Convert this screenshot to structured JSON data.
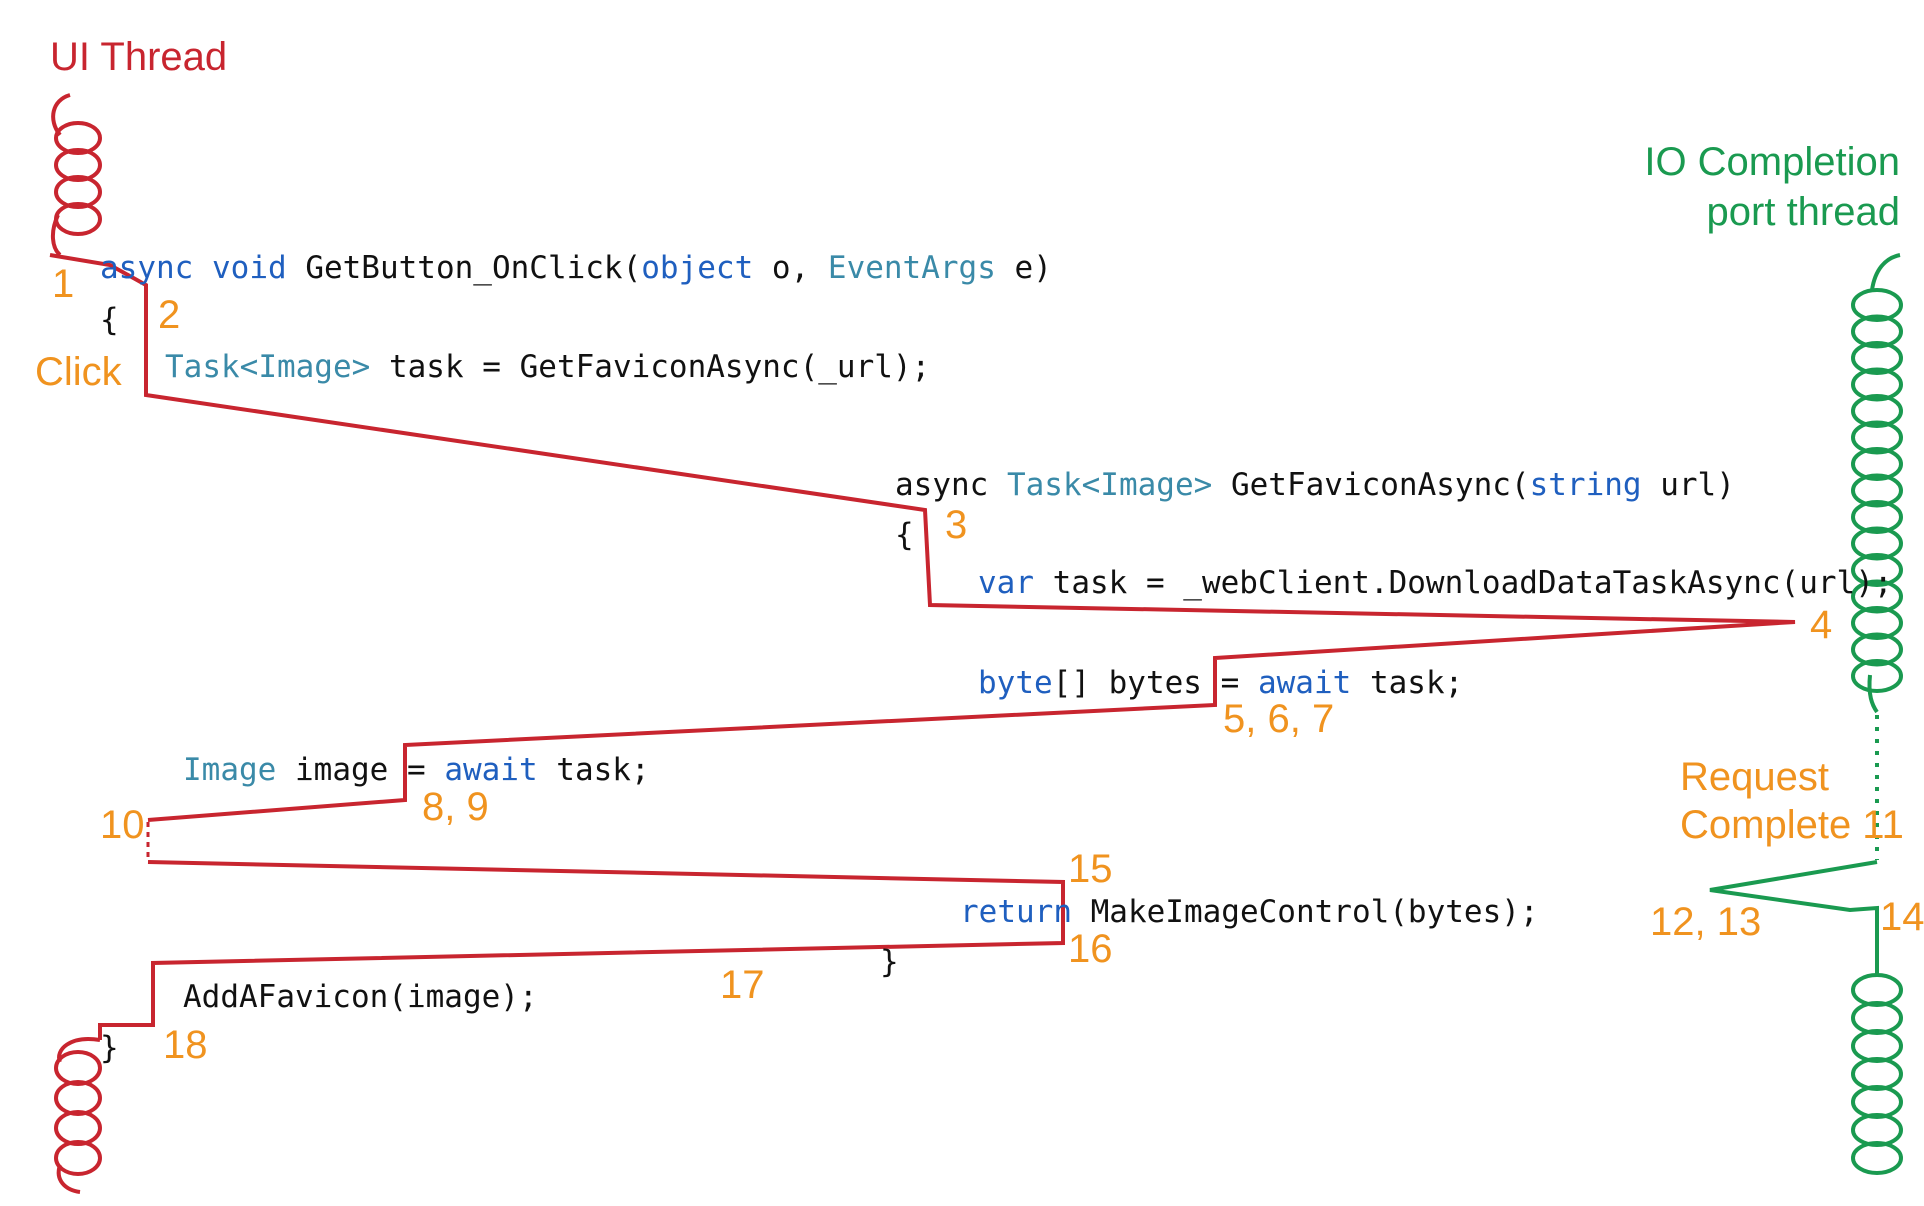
{
  "colors": {
    "ui_thread": "#c8252f",
    "io_thread": "#1a9a50",
    "step_numbers": "#f0931f",
    "keyword": "#1f5fbf",
    "type": "#3a8aa8",
    "code": "#111111"
  },
  "labels": {
    "ui_thread": "UI Thread",
    "io_thread_line1": "IO Completion",
    "io_thread_line2": "port thread",
    "click": "Click",
    "request_line1": "Request",
    "request_line2": "Complete 11"
  },
  "code": {
    "l1_kw1": "async",
    "l1_kw2": "void",
    "l1_text1": " GetButton_OnClick(",
    "l1_kw3": "object",
    "l1_text2": " o, ",
    "l1_ty": "EventArgs",
    "l1_text3": " e)",
    "l2": "{",
    "l3_ty": "Task<Image>",
    "l3_text": " task = GetFaviconAsync(_url);",
    "m1_text1": "async ",
    "m1_ty": "Task<Image>",
    "m1_text2": " GetFaviconAsync(",
    "m1_kw": "string",
    "m1_text3": " url)",
    "m2": "{",
    "m3_kw": "var",
    "m3_text": " task = _webClient.DownloadDataTaskAsync(url);",
    "m4_kw1": "byte",
    "m4_text1": "[] bytes = ",
    "m4_kw2": "await",
    "m4_text2": " task;",
    "l4_ty": "Image",
    "l4_text1": " image = ",
    "l4_kw": "await",
    "l4_text2": " task;",
    "m5_kw": "return",
    "m5_text": " MakeImageControl(bytes);",
    "m6": "}",
    "l5": "AddAFavicon(image);",
    "l6": "}"
  },
  "steps": {
    "s1": "1",
    "s2": "2",
    "s3": "3",
    "s4": "4",
    "s5": "5, 6, 7",
    "s8": "8, 9",
    "s10": "10",
    "s12": "12, 13",
    "s14": "14",
    "s15": "15",
    "s16": "16",
    "s17": "17",
    "s18": "18"
  }
}
